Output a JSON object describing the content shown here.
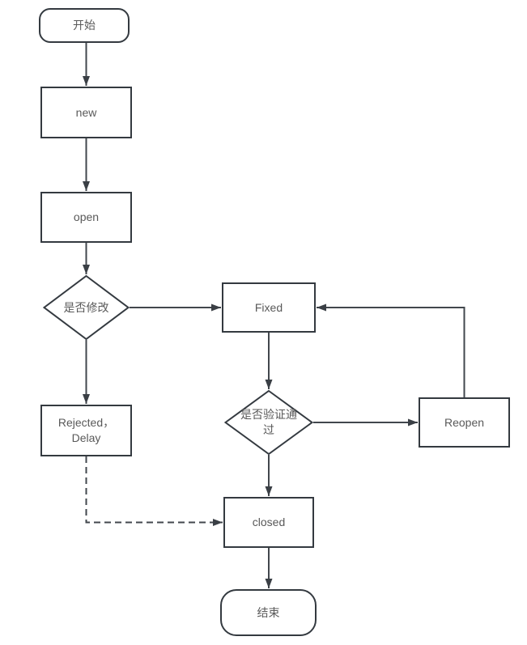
{
  "diagram": {
    "kind": "flowchart",
    "background": "#ffffff"
  },
  "colors": {
    "shape_border": "#343a40",
    "shape_fill": "#ffffff",
    "connector": "#42474d",
    "text": "#595959"
  },
  "nodes": {
    "start": {
      "label": "开始",
      "type": "terminator"
    },
    "new": {
      "label": "new",
      "type": "process"
    },
    "open": {
      "label": "open",
      "type": "process"
    },
    "decision_modify": {
      "label": "是否修改",
      "type": "decision"
    },
    "fixed": {
      "label": "Fixed",
      "type": "process"
    },
    "decision_verify": {
      "label": "是否验证通过",
      "type": "decision"
    },
    "reopen": {
      "label": "Reopen",
      "type": "process"
    },
    "rejected_delay": {
      "label": "Rejected，\nDelay",
      "type": "process"
    },
    "closed": {
      "label": "closed",
      "type": "process"
    },
    "end": {
      "label": "结束",
      "type": "terminator"
    }
  },
  "edges": [
    {
      "from": "start",
      "to": "new",
      "style": "solid"
    },
    {
      "from": "new",
      "to": "open",
      "style": "solid"
    },
    {
      "from": "open",
      "to": "decision_modify",
      "style": "solid"
    },
    {
      "from": "decision_modify",
      "to": "fixed",
      "style": "solid"
    },
    {
      "from": "fixed",
      "to": "decision_verify",
      "style": "solid"
    },
    {
      "from": "decision_modify",
      "to": "rejected_delay",
      "style": "solid"
    },
    {
      "from": "decision_verify",
      "to": "reopen",
      "style": "solid"
    },
    {
      "from": "reopen",
      "to": "fixed",
      "style": "solid"
    },
    {
      "from": "decision_verify",
      "to": "closed",
      "style": "solid"
    },
    {
      "from": "rejected_delay",
      "to": "closed",
      "style": "dashed"
    },
    {
      "from": "closed",
      "to": "end",
      "style": "solid"
    }
  ]
}
